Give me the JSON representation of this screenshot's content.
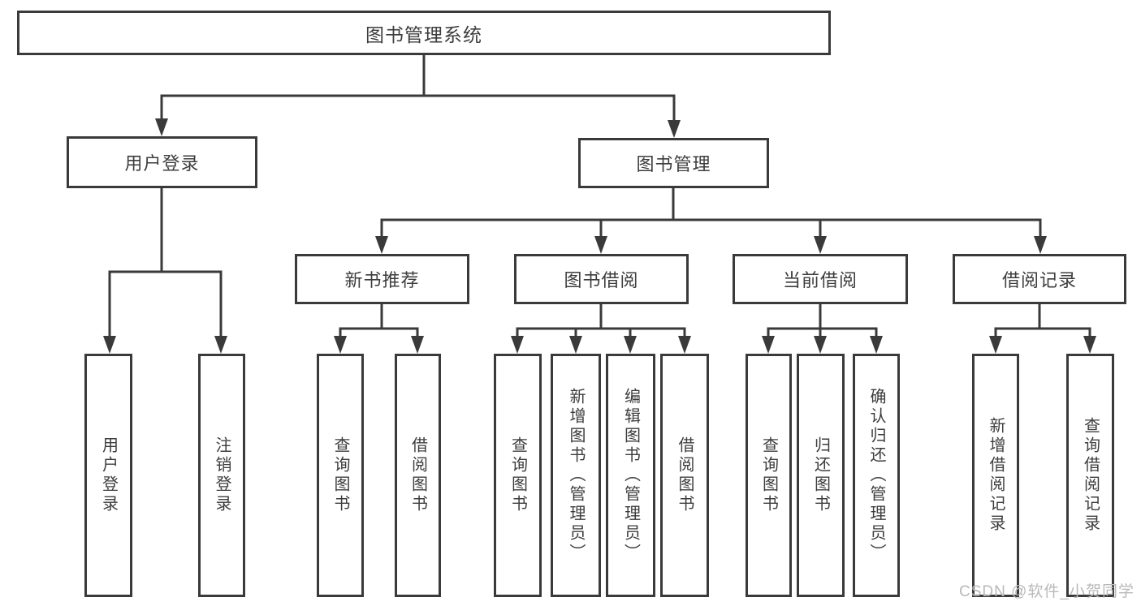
{
  "diagram": {
    "tree": {
      "label": "图书管理系统",
      "children": [
        {
          "label": "用户登录",
          "children": [
            {
              "label": "用户登录"
            },
            {
              "label": "注销登录"
            }
          ]
        },
        {
          "label": "图书管理",
          "children": [
            {
              "label": "新书推荐",
              "children": [
                {
                  "label": "查询图书"
                },
                {
                  "label": "借阅图书"
                }
              ]
            },
            {
              "label": "图书借阅",
              "children": [
                {
                  "label": "查询图书"
                },
                {
                  "label": "新增图书（管理员）"
                },
                {
                  "label": "编辑图书（管理员）"
                },
                {
                  "label": "借阅图书"
                }
              ]
            },
            {
              "label": "当前借阅",
              "children": [
                {
                  "label": "查询图书"
                },
                {
                  "label": "归还图书"
                },
                {
                  "label": "确认归还（管理员）"
                }
              ]
            },
            {
              "label": "借阅记录",
              "children": [
                {
                  "label": "新增借阅记录"
                },
                {
                  "label": "查询借阅记录"
                }
              ]
            }
          ]
        }
      ]
    },
    "watermark": "CSDN @软件_小贺同学",
    "colors": {
      "line": "#3a3a3a",
      "text": "#3d3d3d",
      "background": "#ffffff",
      "watermark": "#b9b9b9"
    }
  }
}
